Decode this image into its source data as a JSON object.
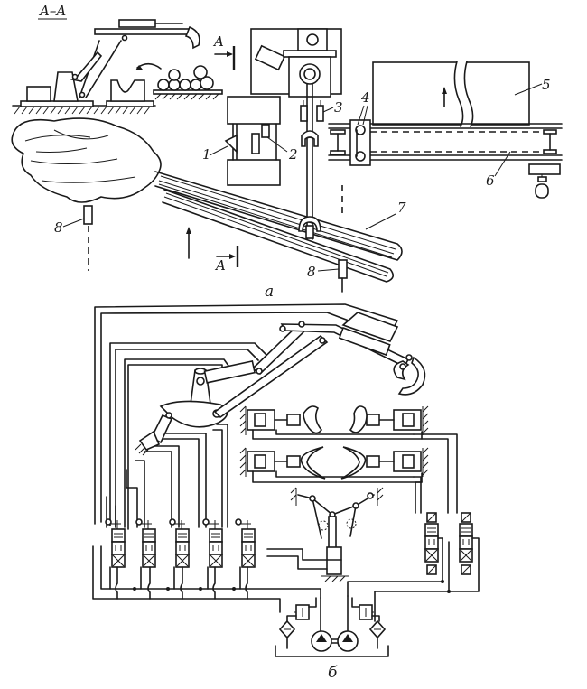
{
  "figure": {
    "section_label": "A–A",
    "section_marker": "A",
    "subfigure_a_caption": "а",
    "subfigure_b_caption": "б",
    "callouts": [
      {
        "id": "1",
        "text": "1"
      },
      {
        "id": "2",
        "text": "2"
      },
      {
        "id": "3",
        "text": "3"
      },
      {
        "id": "4",
        "text": "4"
      },
      {
        "id": "5",
        "text": "5"
      },
      {
        "id": "6",
        "text": "6"
      },
      {
        "id": "7",
        "text": "7"
      },
      {
        "id": "8a",
        "text": "8"
      },
      {
        "id": "8b",
        "text": "8"
      }
    ],
    "hydraulic_valves_left_count": 5,
    "hydraulic_valves_right_count": 2,
    "pumps_count": 2
  }
}
